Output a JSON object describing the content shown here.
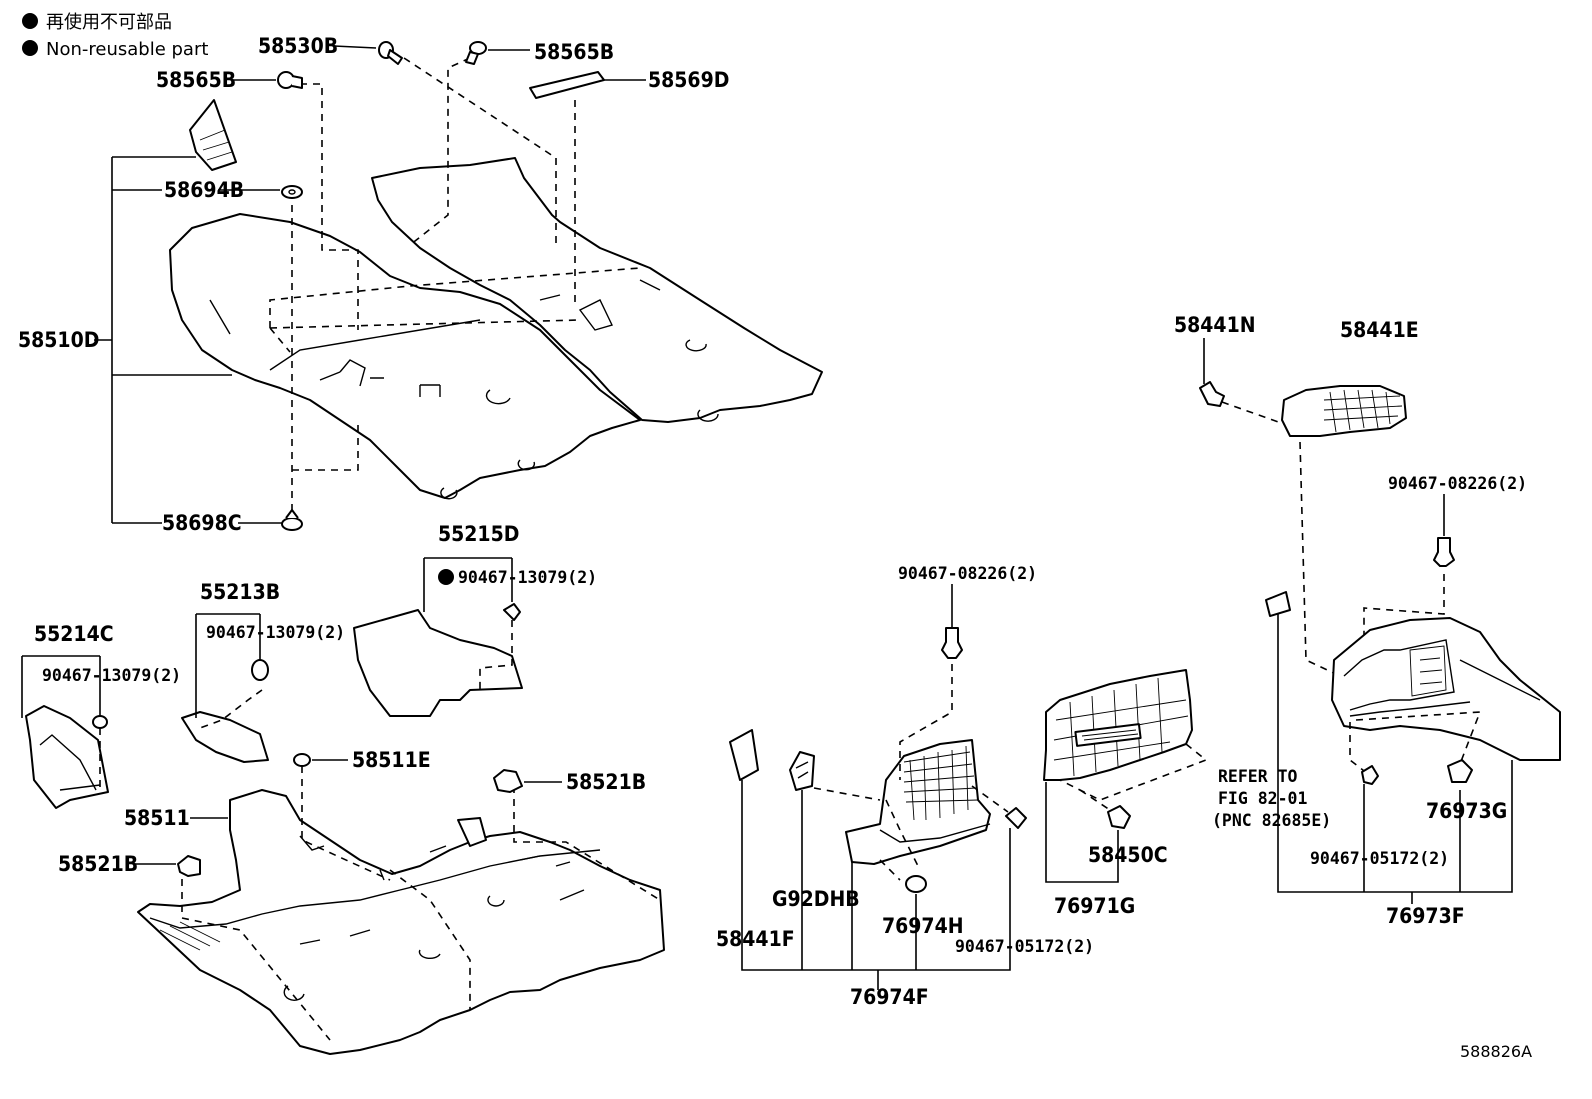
{
  "legend": {
    "line1": "再使用不可部品",
    "line2": "Non-reusable part"
  },
  "labels": {
    "p58530B": "58530B",
    "p58565B_top": "58565B",
    "p58565B_left": "58565B",
    "p58569D": "58569D",
    "p58694B": "58694B",
    "p58510D": "58510D",
    "p58698C": "58698C",
    "p55215D": "55215D",
    "p90467_13079_a": "90467-13079(2)",
    "p55213B": "55213B",
    "p90467_13079_b": "90467-13079(2)",
    "p55214C": "55214C",
    "p90467_13079_c": "90467-13079(2)",
    "p58511E": "58511E",
    "p58521B_right": "58521B",
    "p58511": "58511",
    "p58521B_left": "58521B",
    "p90467_08226_mid": "90467-08226(2)",
    "p58441F": "58441F",
    "pG92DHB": "G92DHB",
    "p76974H": "76974H",
    "p90467_05172_mid": "90467-05172(2)",
    "p76974F": "76974F",
    "p58450C": "58450C",
    "p76971G": "76971G",
    "p58441N": "58441N",
    "p58441E": "58441E",
    "p90467_08226_right": "90467-08226(2)",
    "refer1": "REFER TO",
    "refer2": "FIG 82-01",
    "refer3": "(PNC 82685E)",
    "p76973G": "76973G",
    "p90467_05172_right": "90467-05172(2)",
    "p76973F": "76973F"
  },
  "figure_id": "588826A"
}
